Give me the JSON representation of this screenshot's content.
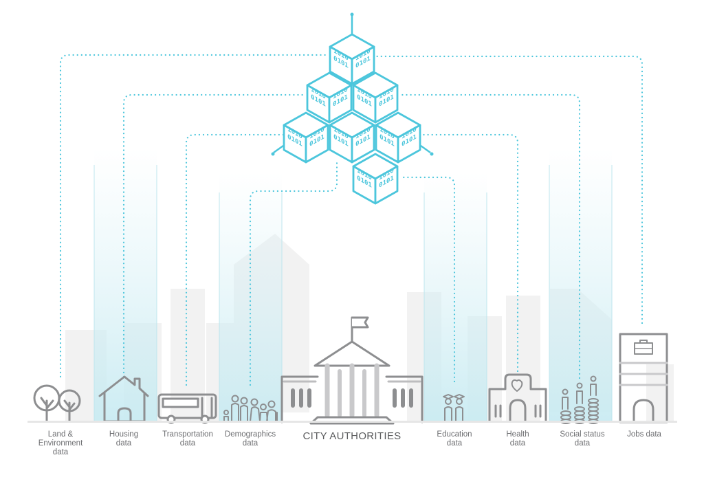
{
  "colors": {
    "accent": "#4cc6dc",
    "building_stroke": "#8d8e90",
    "skyline": "#f2f2f2",
    "label": "#6d6e71"
  },
  "cube_binary_top": "1010",
  "cube_binary_bottom": "0101",
  "center_label": "CITY AUTHORITIES",
  "data_sources": [
    {
      "label": "Land &\nEnvironment\ndata",
      "icon": "trees-icon"
    },
    {
      "label": "Housing\ndata",
      "icon": "house-icon"
    },
    {
      "label": "Transportation\ndata",
      "icon": "bus-icon"
    },
    {
      "label": "Demographics\ndata",
      "icon": "people-icon"
    },
    {
      "label": "Education\ndata",
      "icon": "graduates-icon"
    },
    {
      "label": "Health\ndata",
      "icon": "hospital-icon"
    },
    {
      "label": "Social status\ndata",
      "icon": "coin-stacks-icon"
    },
    {
      "label": "Jobs data",
      "icon": "office-tower-icon"
    }
  ]
}
